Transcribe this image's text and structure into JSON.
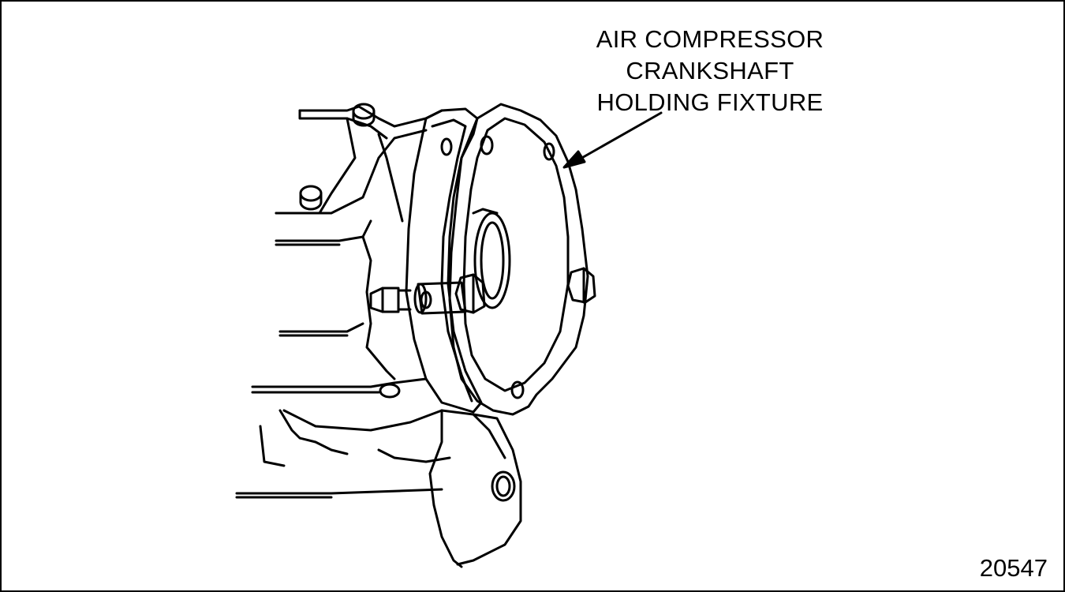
{
  "callout": {
    "line1": "AIR COMPRESSOR",
    "line2": "CRANKSHAFT",
    "line3": "HOLDING FIXTURE"
  },
  "figure_number": "20547",
  "colors": {
    "ink": "#000000",
    "paper": "#ffffff"
  }
}
